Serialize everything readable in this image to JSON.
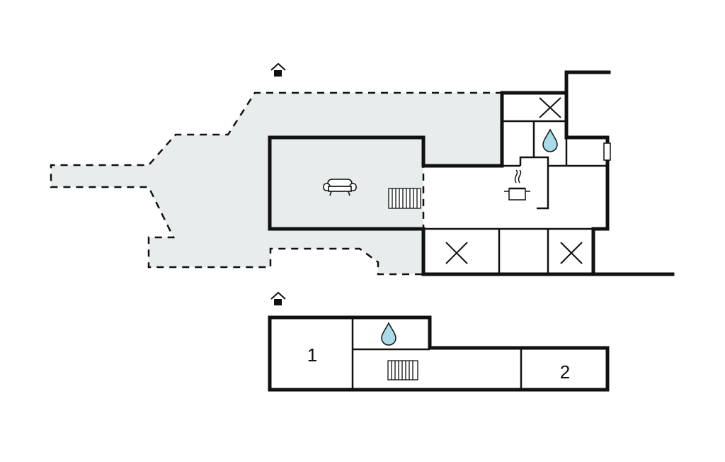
{
  "colors": {
    "wall": "#111111",
    "terrace_fill": "#e9ecec",
    "water": "#a9dbe9",
    "background": "#ffffff"
  },
  "icons": {
    "entrance": "house-arrow-icon",
    "sofa": "sofa-icon",
    "radiator": "radiator-icon",
    "cooking": "cooking-pot-icon",
    "water": "water-drop-icon",
    "closet": "x-cross-icon"
  },
  "floors": [
    {
      "level": "main",
      "rooms": [
        {
          "type": "living",
          "icons": [
            "sofa-icon",
            "radiator-icon"
          ]
        },
        {
          "type": "kitchen",
          "icons": [
            "cooking-pot-icon"
          ]
        },
        {
          "type": "bathroom",
          "icons": [
            "water-drop-icon"
          ]
        },
        {
          "type": "closet",
          "icons": [
            "x-cross-icon"
          ]
        },
        {
          "type": "closet",
          "icons": [
            "x-cross-icon"
          ]
        },
        {
          "type": "closet",
          "icons": [
            "x-cross-icon"
          ]
        }
      ],
      "terrace": true
    },
    {
      "level": "lower",
      "rooms": [
        {
          "type": "bedroom",
          "label": "1"
        },
        {
          "type": "bathroom",
          "icons": [
            "water-drop-icon"
          ]
        },
        {
          "type": "hall",
          "icons": [
            "radiator-icon"
          ]
        },
        {
          "type": "bedroom",
          "label": "2"
        }
      ]
    }
  ]
}
